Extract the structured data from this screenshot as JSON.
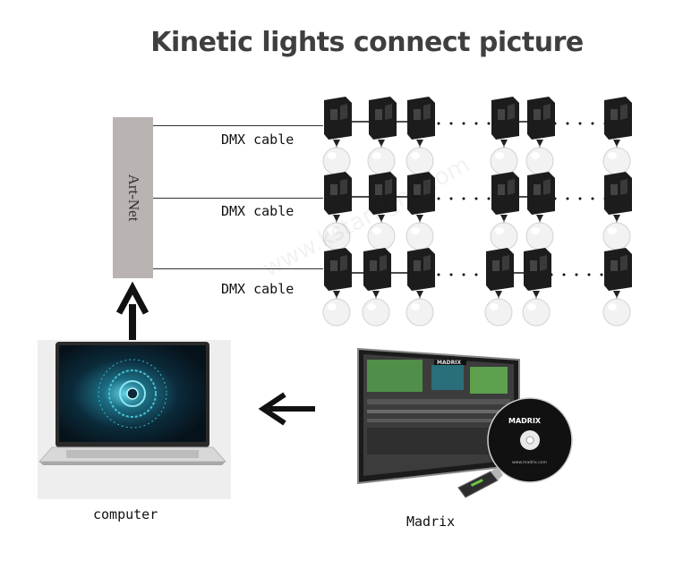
{
  "title": "Kinetic lights connect picture",
  "hub": {
    "label": "Art-Net"
  },
  "cables": [
    {
      "label": "DMX cable"
    },
    {
      "label": "DMX cable"
    },
    {
      "label": "DMX cable"
    }
  ],
  "computer": {
    "label": "computer"
  },
  "software": {
    "label": "Madrix",
    "brand": "MADRIX",
    "disc_text": "www.madrix.com"
  },
  "watermark": "www.kstarlight.com",
  "colors": {
    "hub_fill": "#b9b3b2",
    "fixture_body": "#1c1c1c",
    "ball": "#f2f2f2"
  }
}
